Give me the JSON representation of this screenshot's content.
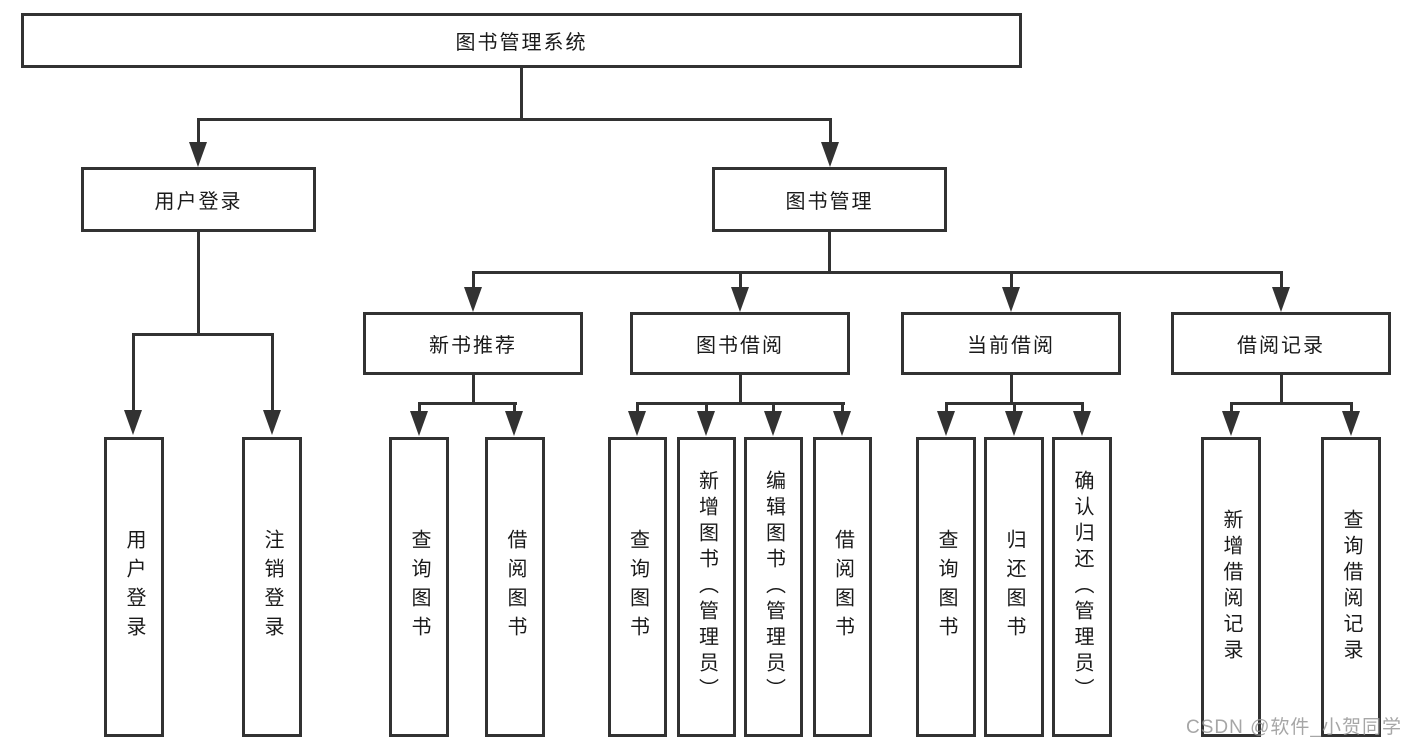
{
  "nodes": {
    "root": {
      "label": "图书管理系统"
    },
    "level2": [
      {
        "label": "用户登录"
      },
      {
        "label": "图书管理"
      }
    ],
    "level3": [
      {
        "label": "新书推荐"
      },
      {
        "label": "图书借阅"
      },
      {
        "label": "当前借阅"
      },
      {
        "label": "借阅记录"
      }
    ],
    "leaves": [
      {
        "label": "用户登录"
      },
      {
        "label": "注销登录"
      },
      {
        "label": "查询图书"
      },
      {
        "label": "借阅图书"
      },
      {
        "label": "查询图书"
      },
      {
        "label": "新增图书（管理员）"
      },
      {
        "label": "编辑图书（管理员）"
      },
      {
        "label": "借阅图书"
      },
      {
        "label": "查询图书"
      },
      {
        "label": "归还图书"
      },
      {
        "label": "确认归还（管理员）"
      },
      {
        "label": "新增借阅记录"
      },
      {
        "label": "查询借阅记录"
      }
    ]
  },
  "watermark": "CSDN @软件_小贺同学",
  "colors": {
    "line": "#323232",
    "text": "#1a1a1a",
    "background": "#ffffff"
  }
}
